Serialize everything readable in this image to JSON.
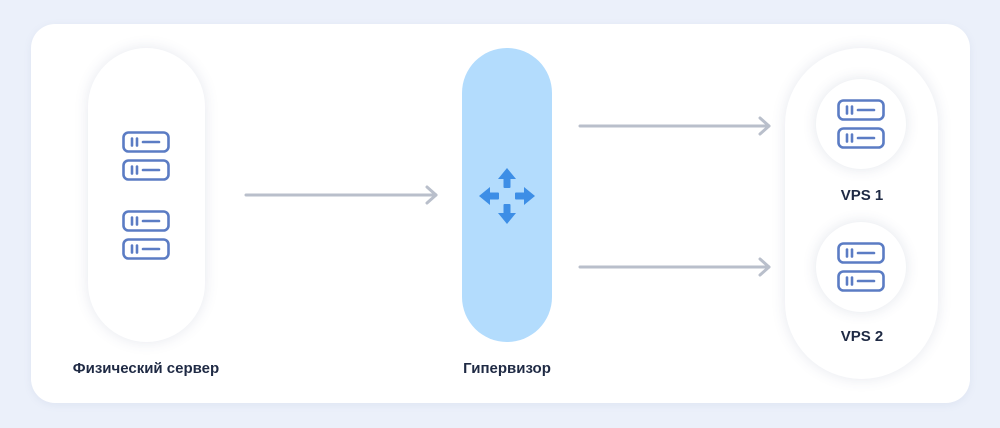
{
  "labels": {
    "physical_server": "Физический сервер",
    "hypervisor": "Гипервизор",
    "vps1": "VPS 1",
    "vps2": "VPS 2"
  },
  "icons": {
    "server": "server-rack-icon",
    "hypervisor": "move-arrows-icon"
  },
  "colors": {
    "background": "#ebf0fa",
    "card": "#ffffff",
    "hypervisor_fill": "#b3dcfd",
    "hypervisor_icon": "#3d8ee6",
    "server_icon": "#5b7cc4",
    "arrow": "#b9bfcb",
    "text": "#1f2a44"
  }
}
